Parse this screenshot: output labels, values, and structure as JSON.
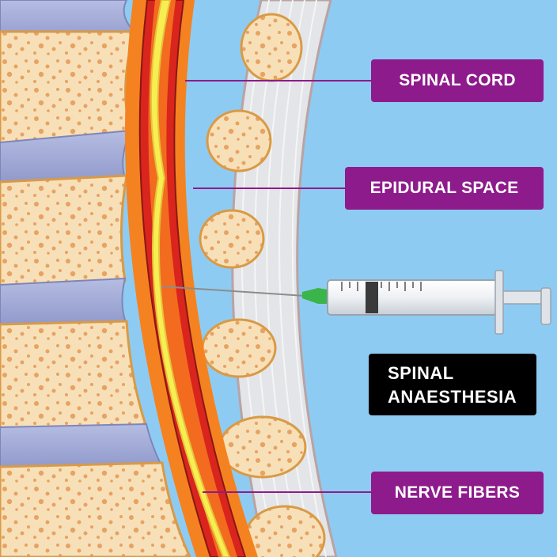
{
  "labels": {
    "spinal_cord": "SPINAL CORD",
    "epidural_space": "EPIDURAL SPACE",
    "nerve_fibers": "NERVE FIBERS"
  },
  "title": {
    "line1": "SPINAL",
    "line2": "ANAESTHESIA"
  },
  "colors": {
    "background": "#8ecbf2",
    "label_purple": "#8e1b8b",
    "title_black": "#000000",
    "vertebra": "#f6d3a4",
    "disc": "#a3acd8",
    "dura_red": "#d9251d",
    "csf_orange": "#f26b1f",
    "cord_yellow": "#f7ee52",
    "ligament": "#e6e6e6",
    "needle_hub": "#39b54a"
  }
}
